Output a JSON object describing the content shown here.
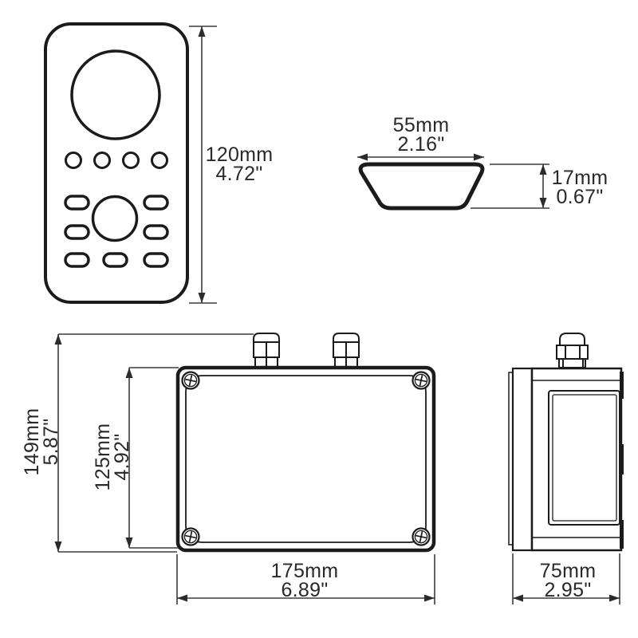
{
  "drawing": {
    "description": "technical-dimension-drawing",
    "colors": {
      "background": "#ffffff",
      "outline": "#1b1b1d",
      "dimension_line": "#3c3c3e",
      "text": "#2a282c"
    }
  },
  "dimensions": {
    "remote_height": {
      "mm": "120mm",
      "inch": "4.72\""
    },
    "remote_side_width": {
      "mm": "55mm",
      "inch": "2.16\""
    },
    "remote_side_height": {
      "mm": "17mm",
      "inch": "0.67\""
    },
    "box_total_height": {
      "mm": "149mm",
      "inch": "5.87\""
    },
    "box_lid_height": {
      "mm": "125mm",
      "inch": "4.92\""
    },
    "box_width": {
      "mm": "175mm",
      "inch": "6.89\""
    },
    "box_depth": {
      "mm": "75mm",
      "inch": "2.95\""
    }
  }
}
